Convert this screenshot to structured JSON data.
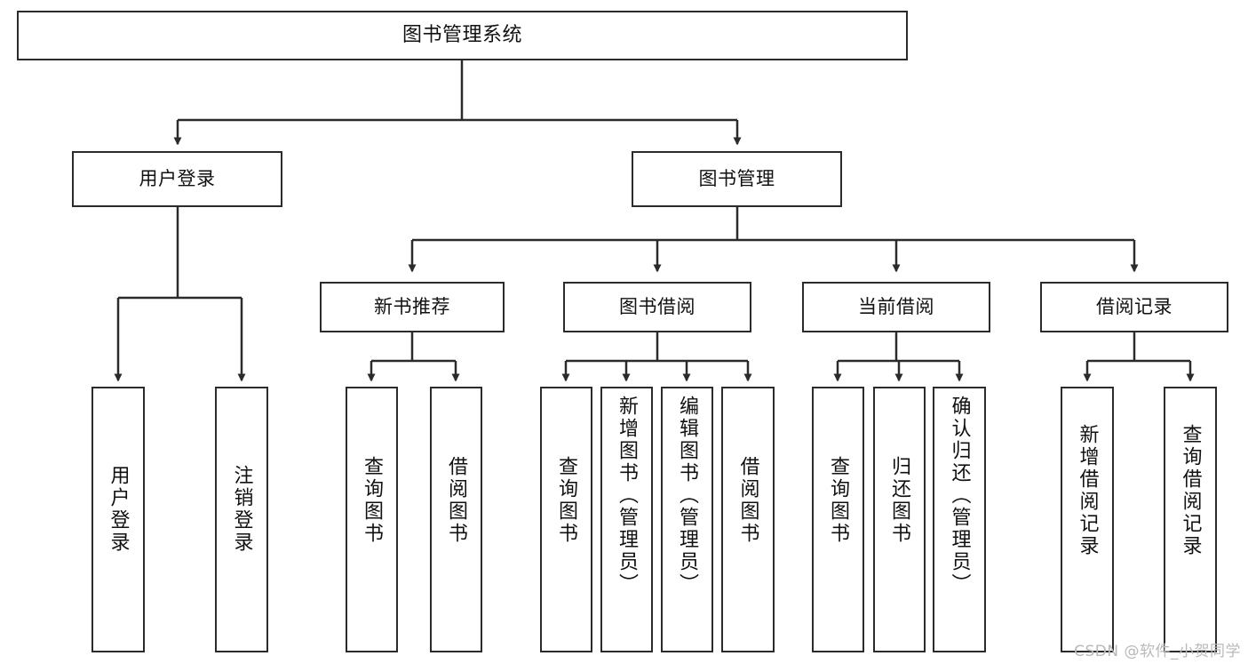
{
  "diagram": {
    "title": "图书管理系统",
    "watermark": "CSDN @软件_小贺同学",
    "type": "tree-hierarchy",
    "line_color": "#2b2b2b",
    "box_fill": "#ffffff",
    "text_color": "#111111",
    "watermark_color": "#b9b9b9",
    "levels": [
      {
        "level": 0,
        "nodes": [
          {
            "id": "root",
            "label": "图书管理系统",
            "orientation": "horizontal"
          }
        ]
      },
      {
        "level": 1,
        "nodes": [
          {
            "id": "login",
            "label": "用户登录",
            "orientation": "horizontal",
            "parent": "root"
          },
          {
            "id": "bookmgmt",
            "label": "图书管理",
            "orientation": "horizontal",
            "parent": "root"
          }
        ]
      },
      {
        "level": 2,
        "nodes": [
          {
            "id": "newbook",
            "label": "新书推荐",
            "orientation": "horizontal",
            "parent": "bookmgmt"
          },
          {
            "id": "borrow",
            "label": "图书借阅",
            "orientation": "horizontal",
            "parent": "bookmgmt"
          },
          {
            "id": "current",
            "label": "当前借阅",
            "orientation": "horizontal",
            "parent": "bookmgmt"
          },
          {
            "id": "records",
            "label": "借阅记录",
            "orientation": "horizontal",
            "parent": "bookmgmt"
          }
        ]
      },
      {
        "level": 3,
        "nodes": [
          {
            "id": "leaf1",
            "label": "用户登录",
            "orientation": "vertical",
            "parent": "login"
          },
          {
            "id": "leaf2",
            "label": "注销登录",
            "orientation": "vertical",
            "parent": "login"
          },
          {
            "id": "leaf3",
            "label": "查询图书",
            "orientation": "vertical",
            "parent": "newbook"
          },
          {
            "id": "leaf4",
            "label": "借阅图书",
            "orientation": "vertical",
            "parent": "newbook"
          },
          {
            "id": "leaf5",
            "label": "查询图书",
            "orientation": "vertical",
            "parent": "borrow"
          },
          {
            "id": "leaf6",
            "label": "新增图书（管理员）",
            "orientation": "vertical",
            "parent": "borrow"
          },
          {
            "id": "leaf7",
            "label": "编辑图书（管理员）",
            "orientation": "vertical",
            "parent": "borrow"
          },
          {
            "id": "leaf8",
            "label": "借阅图书",
            "orientation": "vertical",
            "parent": "borrow"
          },
          {
            "id": "leaf9",
            "label": "查询图书",
            "orientation": "vertical",
            "parent": "current"
          },
          {
            "id": "leaf10",
            "label": "归还图书",
            "orientation": "vertical",
            "parent": "current"
          },
          {
            "id": "leaf11",
            "label": "确认归还（管理员）",
            "orientation": "vertical",
            "parent": "current"
          },
          {
            "id": "leaf12",
            "label": "新增借阅记录",
            "orientation": "vertical",
            "parent": "records"
          },
          {
            "id": "leaf13",
            "label": "查询借阅记录",
            "orientation": "vertical",
            "parent": "records"
          }
        ]
      }
    ]
  }
}
